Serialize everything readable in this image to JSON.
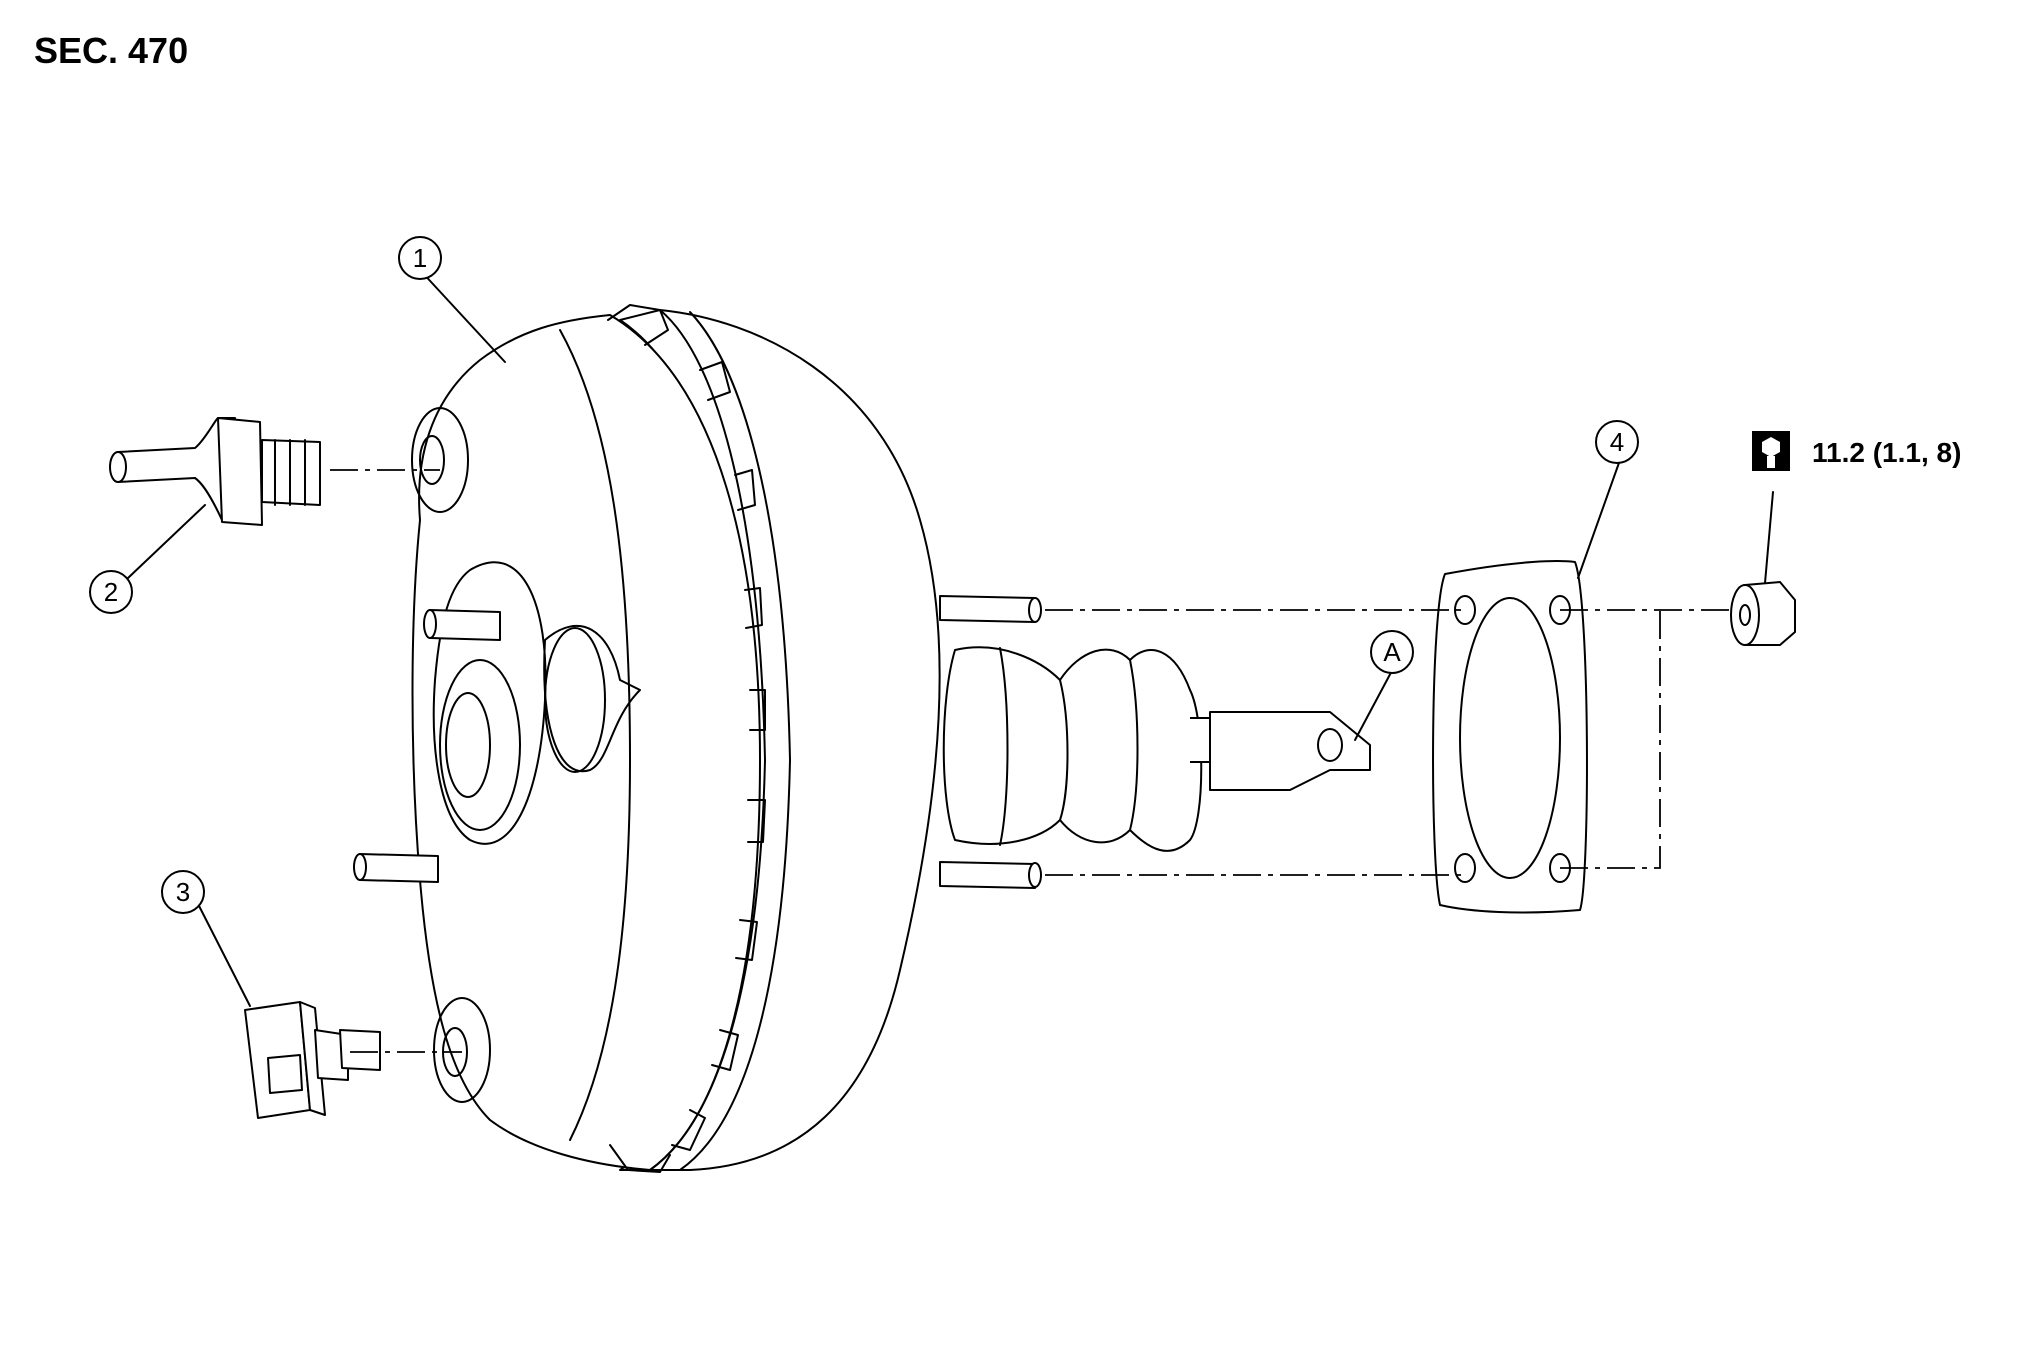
{
  "section": {
    "label": "SEC. 470"
  },
  "callouts": [
    {
      "id": "1",
      "part": "brake-booster"
    },
    {
      "id": "2",
      "part": "check-valve"
    },
    {
      "id": "3",
      "part": "booster-pressure-sensor"
    },
    {
      "id": "4",
      "part": "gasket"
    },
    {
      "id": "A",
      "part": "clevis"
    }
  ],
  "torque": {
    "value": "11.2 (1.1, 8)",
    "icon": "torque-wrench-icon"
  },
  "colors": {
    "line": "#000000",
    "background": "#ffffff"
  }
}
